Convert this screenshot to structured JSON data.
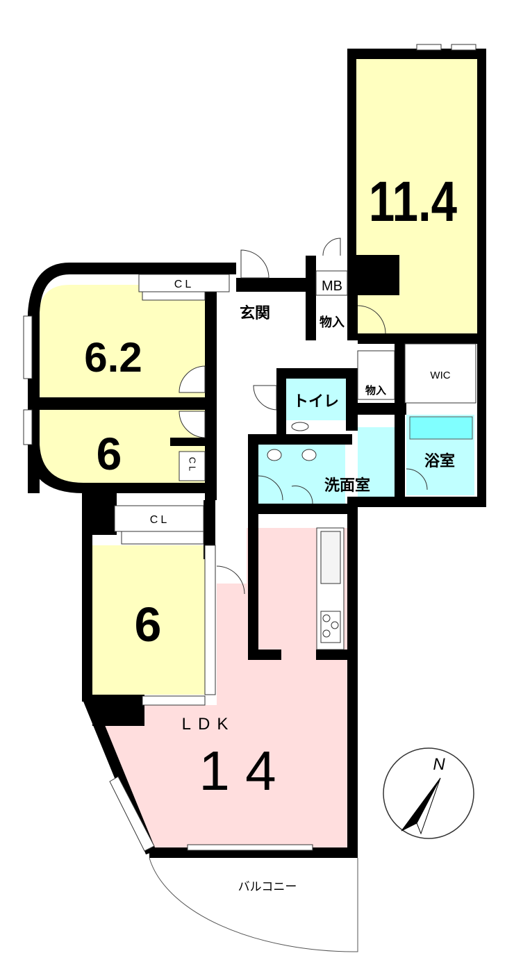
{
  "floorplan": {
    "rooms": {
      "master_bedroom": {
        "size": "11.4"
      },
      "bedroom_west_top": {
        "size": "6.2"
      },
      "bedroom_west_mid": {
        "size": "6"
      },
      "bedroom_west_low": {
        "size": "6"
      },
      "ldk": {
        "label": "LDK",
        "size": "1 4"
      },
      "entrance": {
        "label": "玄関"
      },
      "meter_box": {
        "label": "MB"
      },
      "storage_1": {
        "label": "物入"
      },
      "storage_2": {
        "label": "物入"
      },
      "toilet": {
        "label": "トイレ"
      },
      "washroom": {
        "label": "洗面室"
      },
      "bathroom": {
        "label": "浴室"
      },
      "wic": {
        "label": "WIC"
      },
      "closet_top": {
        "label": "CL"
      },
      "closet_mid": {
        "label": "C L"
      },
      "closet_low": {
        "label": "CL"
      },
      "balcony": {
        "label": "バルコニー"
      }
    },
    "compass": {
      "label": "N"
    },
    "colors": {
      "bedroom": "#ffffc0",
      "ldk": "#ffdede",
      "wet": "#c0ffff",
      "wall": "#000000"
    }
  }
}
